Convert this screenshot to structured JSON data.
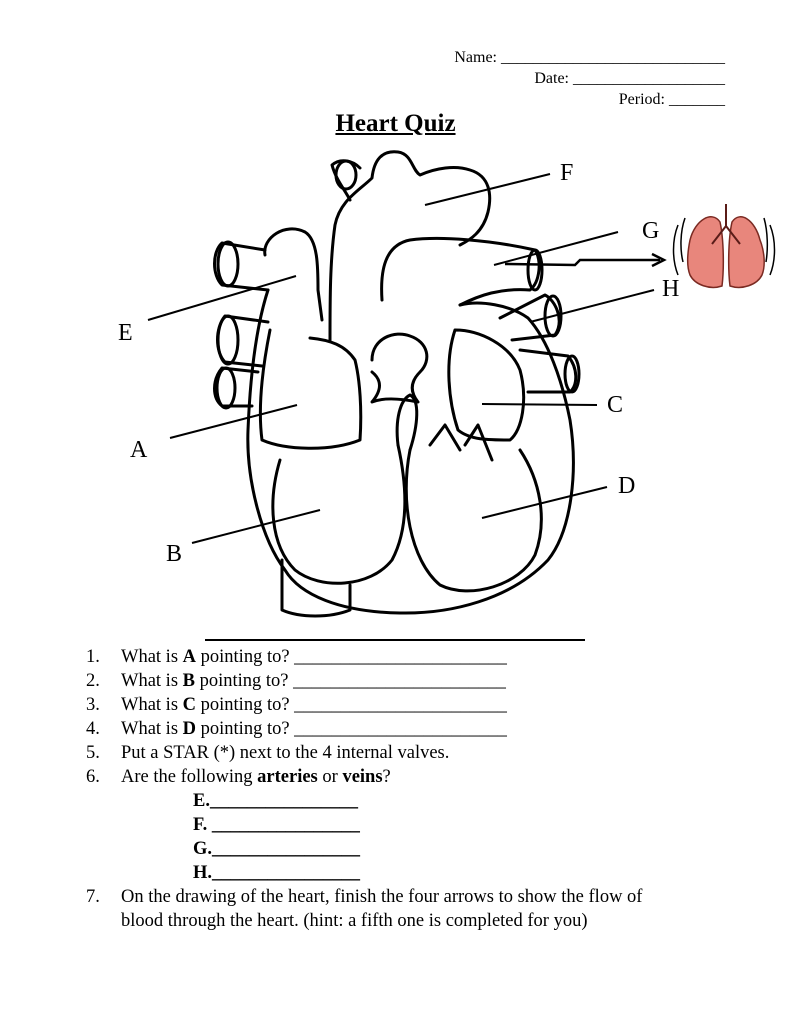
{
  "header": {
    "name_label": "Name:",
    "name_blank": "____________________________",
    "date_label": "Date:",
    "date_blank": "___________________",
    "period_label": "Period:",
    "period_blank": "_______"
  },
  "title": "Heart Quiz",
  "diagram": {
    "labels": [
      "A",
      "B",
      "C",
      "D",
      "E",
      "F",
      "G",
      "H"
    ]
  },
  "questions": [
    {
      "num": "1.",
      "pre": "What is ",
      "bold": "A",
      "post": " pointing to? _______________________"
    },
    {
      "num": "2.",
      "pre": "What is ",
      "bold": "B",
      "post": " pointing to? _______________________"
    },
    {
      "num": "3.",
      "pre": "What is ",
      "bold": "C",
      "post": " pointing to? _______________________"
    },
    {
      "num": "4.",
      "pre": "What is ",
      "bold": "D",
      "post": " pointing to? _______________________"
    },
    {
      "num": "5.",
      "text": "Put a STAR (*) next to the 4 internal valves."
    },
    {
      "num": "6.",
      "pre": "Are the following ",
      "bold": "arteries",
      "mid": " or ",
      "bold2": "veins",
      "post": "?"
    }
  ],
  "sub_items": [
    "E.________________",
    "F. ________________",
    "G.________________",
    "H.________________"
  ],
  "question7": {
    "num": "7.",
    "line1": "On the drawing of the heart, finish the four arrows to show the flow of",
    "line2": "blood through the heart. (hint: a fifth one is completed for you)"
  },
  "colors": {
    "lung_fill": "#e8867c",
    "lung_stroke": "#7a2a22"
  }
}
